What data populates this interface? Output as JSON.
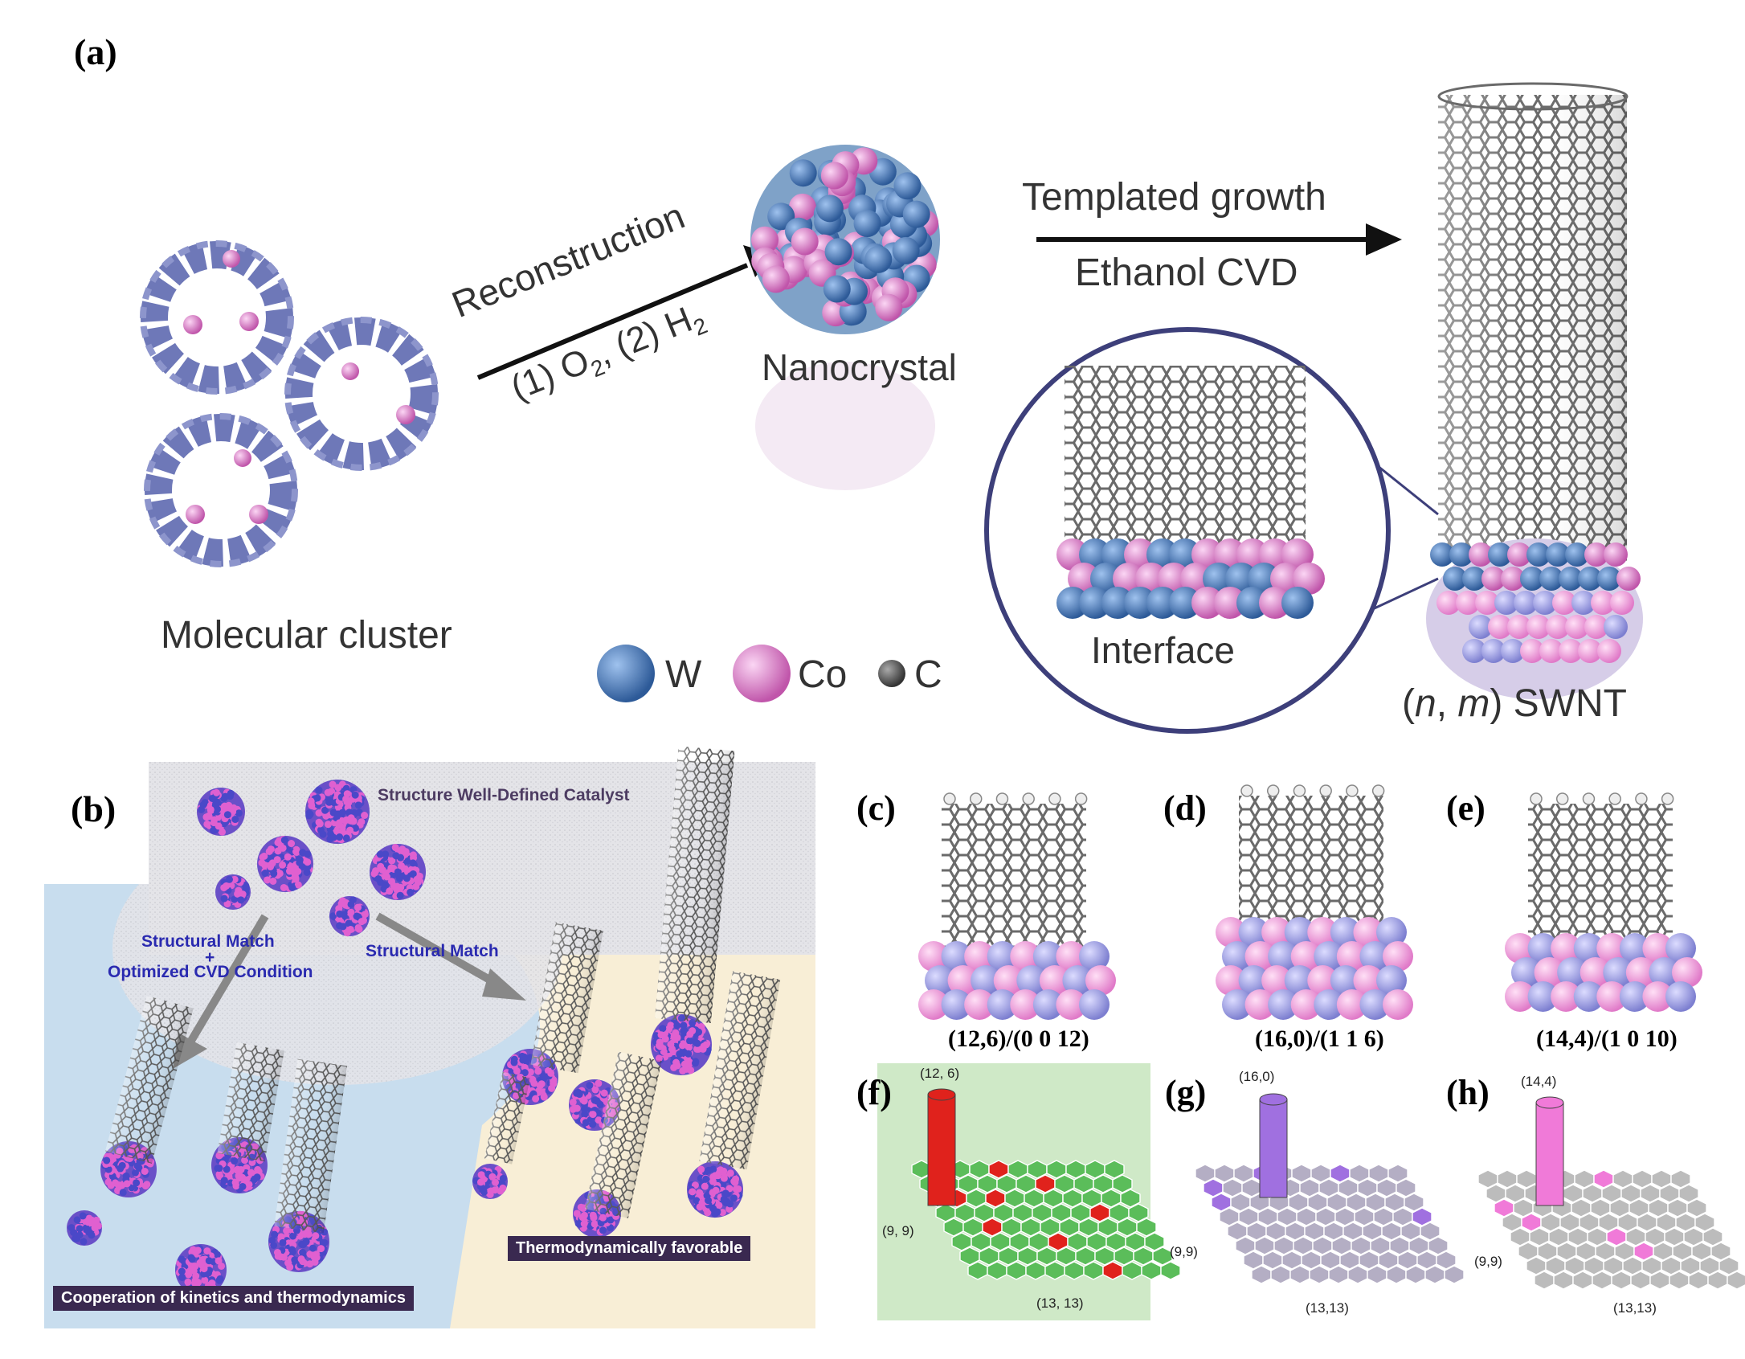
{
  "panel_a": {
    "label": "(a)",
    "molecular_cluster": "Molecular cluster",
    "reconstruction": "Reconstruction",
    "conditions_1": "(1) O",
    "conditions_sub1": "2",
    "conditions_2": ", (2) H",
    "conditions_sub2": "2",
    "nanocrystal": "Nanocrystal",
    "templated_growth": "Templated growth",
    "ethanol_cvd": "Ethanol CVD",
    "interface": "Interface",
    "swnt_pre": "(",
    "swnt_n": "n",
    "swnt_mid": ", ",
    "swnt_m": "m",
    "swnt_post": ") SWNT",
    "legend": [
      {
        "symbol": "W",
        "color": "#3d6fb0"
      },
      {
        "symbol": "Co",
        "color": "#e38ad0"
      },
      {
        "symbol": "C",
        "color": "#555555"
      }
    ]
  },
  "panel_b": {
    "label": "(b)",
    "title": "Structure Well-Defined Catalyst",
    "arrow_left_1": "Structural Match",
    "arrow_left_2": "+",
    "arrow_left_3": "Optimized CVD Condition",
    "arrow_right": "Structural Match",
    "banner_left": "Cooperation of kinetics and thermodynamics",
    "banner_right": "Thermodynamically favorable"
  },
  "panels_cde": [
    {
      "label": "(c)",
      "caption": "(12,6)/(0 0 12)"
    },
    {
      "label": "(d)",
      "caption": "(16,0)/(1 1 6)"
    },
    {
      "label": "(e)",
      "caption": "(14,4)/(1 0 10)"
    }
  ],
  "panels_fgh": [
    {
      "label": "(f)",
      "peak": "(12, 6)",
      "left": "(9, 9)",
      "bottom": "(13, 13)",
      "color": "#e0221c",
      "bg": "#c9e8c0"
    },
    {
      "label": "(g)",
      "peak": "(16,0)",
      "left": "(9,9)",
      "bottom": "(13,13)",
      "color": "#a070e0",
      "bg": "#ffffff"
    },
    {
      "label": "(h)",
      "peak": "(14,4)",
      "left": "(9,9)",
      "bottom": "(13,13)",
      "color": "#f07ad8",
      "bg": "#ffffff"
    }
  ]
}
